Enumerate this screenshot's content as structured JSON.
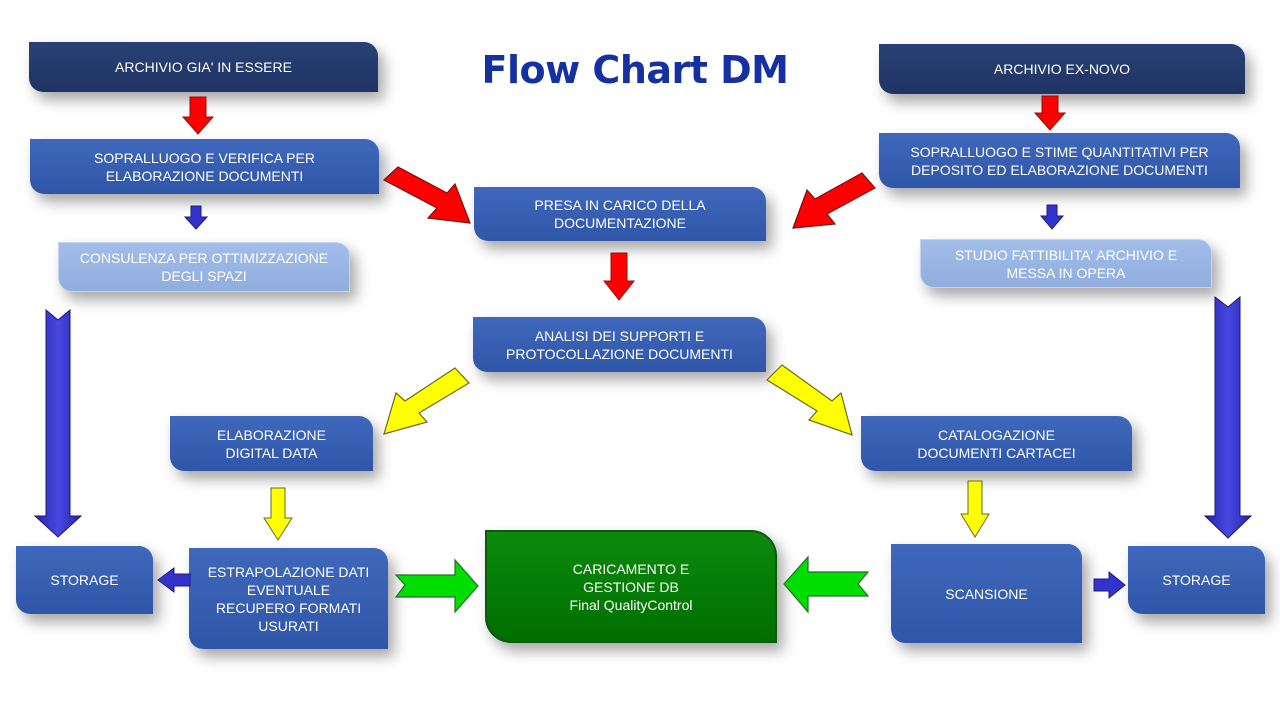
{
  "title": "Flow Chart DM",
  "nodes": {
    "archivio_esistente": "ARCHIVIO GIA' IN ESSERE",
    "archivio_ex_novo": "ARCHIVIO EX-NOVO",
    "sopralluogo_verifica": "SOPRALLUOGO E VERIFICA PER\nELABORAZIONE DOCUMENTI",
    "sopralluogo_stime": "SOPRALLUOGO E STIME QUANTITATIVI PER\nDEPOSITO ED ELABORAZIONE DOCUMENTI",
    "presa_in_carico": "PRESA IN CARICO DELLA\nDOCUMENTAZIONE",
    "consulenza": "CONSULENZA PER OTTIMIZZAZIONE\nDEGLI SPAZI",
    "studio_fattibilita": "STUDIO FATTIBILITA' ARCHIVIO E\nMESSA IN OPERA",
    "analisi_supporti": "ANALISI DEI SUPPORTI E\nPROTOCOLLAZIONE DOCUMENTI",
    "elaborazione_digital": "ELABORAZIONE\nDIGITAL DATA",
    "catalogazione": "CATALOGAZIONE\nDOCUMENTI CARTACEI",
    "storage_left": "STORAGE",
    "estrapolazione": "ESTRAPOLAZIONE DATI\nEVENTUALE\nRECUPERO FORMATI\nUSURATI",
    "caricamento": "CARICAMENTO E\nGESTIONE DB\nFinal QualityControl",
    "scansione": "SCANSIONE",
    "storage_right": "STORAGE"
  },
  "colors": {
    "title": "#1530a0",
    "box_dark": "#22386a",
    "box_mid": "#3a62b6",
    "box_light": "#9bb6e5",
    "box_green": "#007a00",
    "arrow_red": "#ff0000",
    "arrow_yellow": "#ffff00",
    "arrow_green": "#00dd00",
    "arrow_blue": "#3333cc"
  }
}
